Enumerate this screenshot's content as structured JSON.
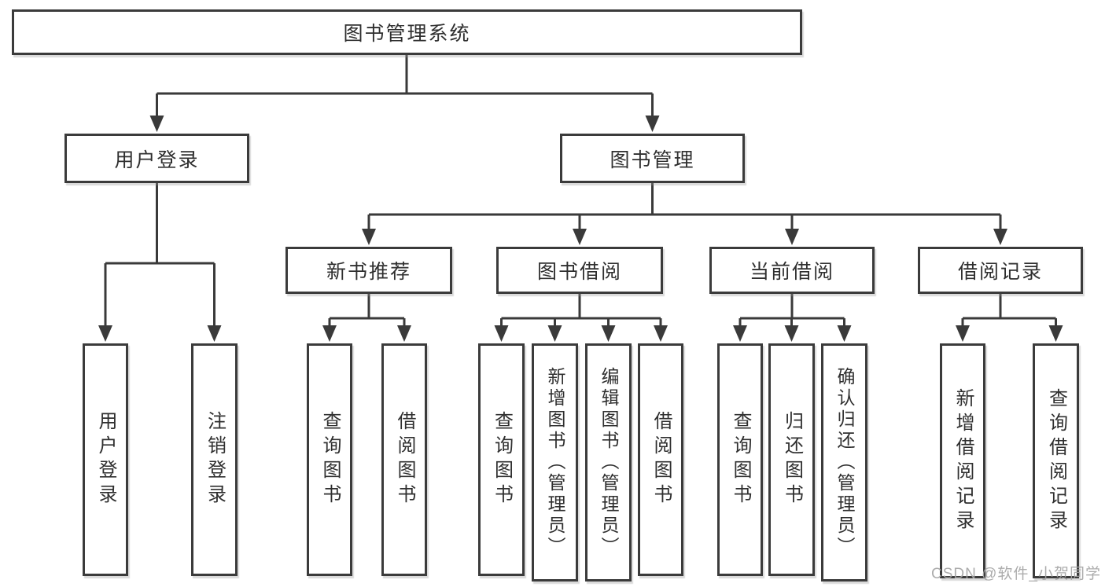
{
  "diagram_type": "hierarchy-tree",
  "colors": {
    "line": "#3a3a3a",
    "box_border": "#3b3b3b",
    "text": "#2f2f2f",
    "watermark": "#a5a5a5",
    "background": "#ffffff"
  },
  "watermark": "CSDN @软件_小贺同学",
  "tree": {
    "label": "图书管理系统",
    "children": [
      {
        "label": "用户登录",
        "children": [
          {
            "label": "用户登录"
          },
          {
            "label": "注销登录"
          }
        ]
      },
      {
        "label": "图书管理",
        "children": [
          {
            "label": "新书推荐",
            "children": [
              {
                "label": "查询图书"
              },
              {
                "label": "借阅图书"
              }
            ]
          },
          {
            "label": "图书借阅",
            "children": [
              {
                "label": "查询图书"
              },
              {
                "label": "新增图书（管理员）"
              },
              {
                "label": "编辑图书（管理员）"
              },
              {
                "label": "借阅图书"
              }
            ]
          },
          {
            "label": "当前借阅",
            "children": [
              {
                "label": "查询图书"
              },
              {
                "label": "归还图书"
              },
              {
                "label": "确认归还（管理员）"
              }
            ]
          },
          {
            "label": "借阅记录",
            "children": [
              {
                "label": "新增借阅记录"
              },
              {
                "label": "查询借阅记录"
              }
            ]
          }
        ]
      }
    ]
  }
}
